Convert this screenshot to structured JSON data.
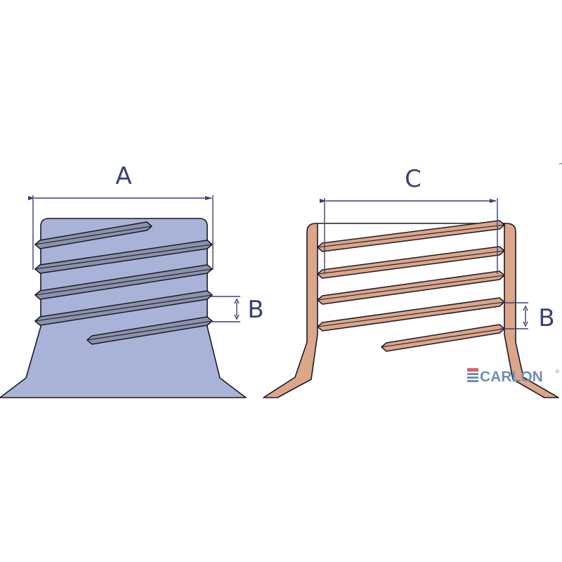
{
  "labels": {
    "bottle_diameter": "A",
    "bottle_pitch": "B",
    "cap_diameter": "C",
    "cap_pitch": "B"
  },
  "logo": {
    "text": "CARLON",
    "mark": "®",
    "color": "#6f8fb8",
    "accent": "#e06060"
  },
  "colors": {
    "bottle_fill": "#a9b3d8",
    "bottle_thread": "#8b92ab",
    "cap_fill": "#dba68a",
    "outline": "#1b1b26",
    "dimension": "#3a3f7a"
  }
}
